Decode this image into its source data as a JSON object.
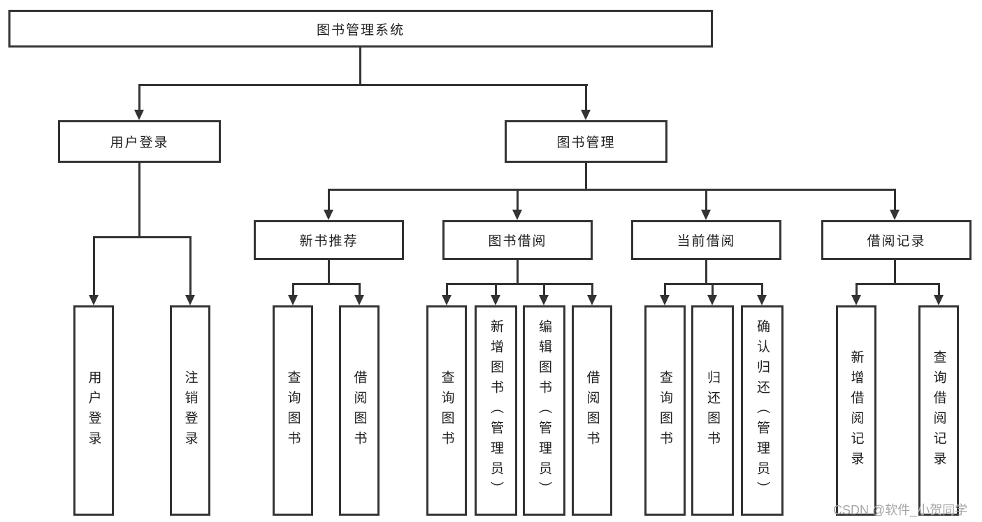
{
  "diagram": {
    "root": {
      "label": "图书管理系统"
    },
    "level2": [
      {
        "id": "user-login",
        "label": "用户登录"
      },
      {
        "id": "book-management",
        "label": "图书管理"
      }
    ],
    "level3": [
      {
        "id": "new-book-recommend",
        "label": "新书推荐"
      },
      {
        "id": "book-borrowing",
        "label": "图书借阅"
      },
      {
        "id": "current-borrowing",
        "label": "当前借阅"
      },
      {
        "id": "borrowing-records",
        "label": "借阅记录"
      }
    ],
    "leaves": [
      {
        "label": "用户登录"
      },
      {
        "label": "注销登录"
      },
      {
        "label": "查询图书"
      },
      {
        "label": "借阅图书"
      },
      {
        "label": "查询图书"
      },
      {
        "label": "新增图书（管理员）"
      },
      {
        "label": "编辑图书（管理员）"
      },
      {
        "label": "借阅图书"
      },
      {
        "label": "查询图书"
      },
      {
        "label": "归还图书"
      },
      {
        "label": "确认归还（管理员）"
      },
      {
        "label": "新增借阅记录"
      },
      {
        "label": "查询借阅记录"
      }
    ],
    "watermark": "CSDN @软件_小贺同学",
    "colors": {
      "line": "#333333",
      "text": "#1f1f1f",
      "watermark": "#a6a6a6",
      "background": "#ffffff"
    }
  }
}
